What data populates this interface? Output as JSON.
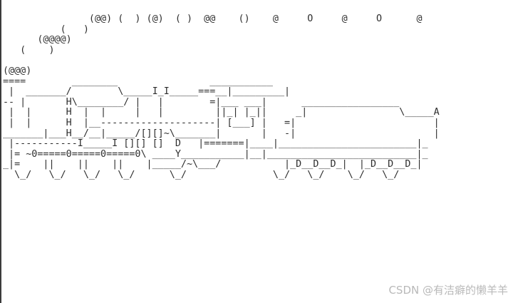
{
  "terminal": {
    "lines": [
      "               (@@) (  ) (@)  ( )  @@    ()    @     O     @     O      @",
      "          (   )",
      "      (@@@@)",
      "   (    )",
      "",
      "(@@@)",
      "====        ________                ___________",
      " |  _______/        \\_____I_I_____===__|_________|",
      "-- |       H\\________/ |   |        =|___ ___|      _________________",
      " |  |      H  |  |     |   |         ||_| |_||     _|                \\_____A",
      " |  |      H  |__--------------------| [___] |   =|                        |",
      "_______|___H__/__|_____/[][]~\\_______|       |   -|                        |",
      " |-----------I_____I [][] []  D   |=======|____|________________________|_",
      " |= ~0=====0=====0=====0\\ ____Y___________|__|__________________________|_",
      "_|=    ||    ||    ||    |_____/~\\___/           |_D__D__D_|  |_D__D__D_|",
      "  \\_/   \\_/   \\_/   \\_/      \\_/               \\_/   \\_/    \\_/   \\_/"
    ]
  },
  "watermark": {
    "text": "CSDN @有洁癖的懒羊羊"
  }
}
